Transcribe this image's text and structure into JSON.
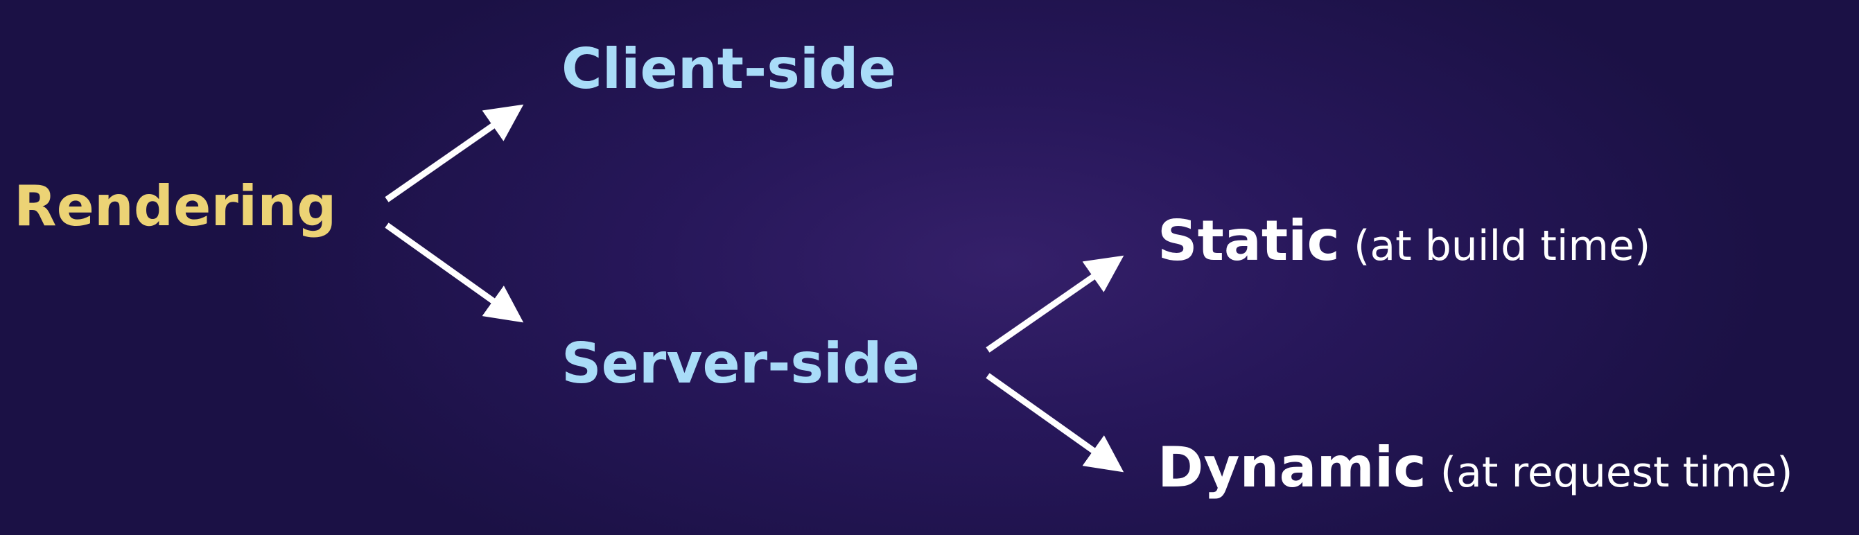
{
  "diagram": {
    "root": {
      "label": "Rendering",
      "color": "#ecd375"
    },
    "branches": [
      {
        "label": "Client-side",
        "color": "#a9dcf8"
      },
      {
        "label": "Server-side",
        "color": "#a9dcf8"
      }
    ],
    "server_children": [
      {
        "label": "Static",
        "note": "(at build time)"
      },
      {
        "label": "Dynamic",
        "note": "(at request time)"
      }
    ],
    "arrow_color": "#ffffff"
  }
}
